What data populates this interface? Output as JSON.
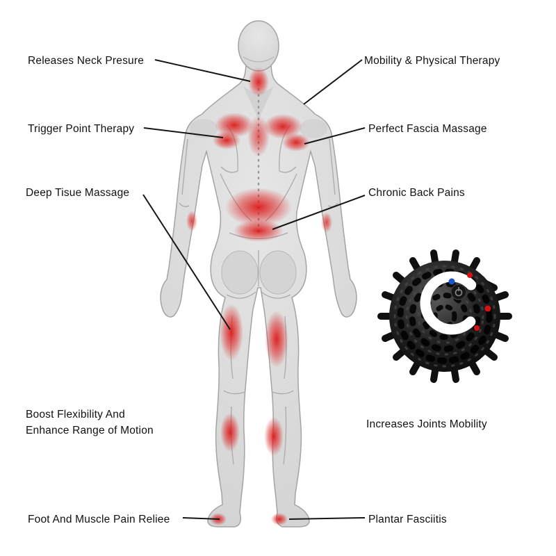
{
  "title": "Massage ball benefits infographic",
  "labels": {
    "neck": "Releases Neck Presure",
    "mobility": "Mobility & Physical Therapy",
    "trigger": "Trigger Point Therapy",
    "fascia": "Perfect Fascia Massage",
    "deep": "Deep Tisue Massage",
    "chronic": "Chronic Back Pains",
    "flex1": "Boost Flexibility And",
    "flex2": "Enhance Range of Motion",
    "joints": "Increases Joints Mobility",
    "foot": "Foot And Muscle Pain Reliee",
    "plantar": "Plantar Fasciitis"
  },
  "images": {
    "figure": "human-back-muscular-figure",
    "ball": "spiky-massage-ball"
  },
  "colors": {
    "pain_highlight": "#e02020",
    "callout_line": "#151515",
    "text": "#101010",
    "ball_body": "#141414",
    "ball_band": "#ffffff",
    "dot_red": "#d41414",
    "dot_blue": "#1e56c8"
  }
}
